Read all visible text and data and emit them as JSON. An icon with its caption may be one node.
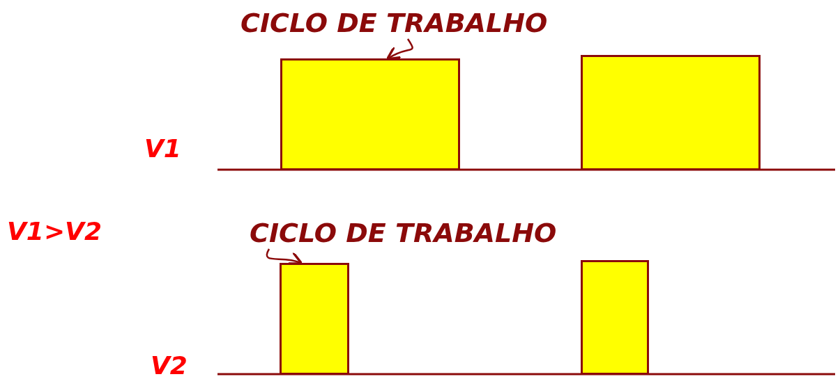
{
  "diagram": {
    "nodes": [
      {
        "text": [
          "CICLO DE TRABALHO"
        ]
      },
      {
        "text": [],
        "shape": "box"
      },
      {
        "text": [],
        "shape": "box"
      },
      {
        "text": [
          "CICLO DE TRABALHO"
        ]
      },
      {
        "text": [],
        "shape": "box"
      },
      {
        "text": [],
        "shape": "box"
      }
    ],
    "edges": [
      {
        "from": 0,
        "to": 1,
        "arrow": "to"
      },
      {
        "from": 3,
        "to": 4,
        "arrow": "to"
      }
    ],
    "labels": [
      "V1",
      "V1>V2",
      "V2"
    ]
  }
}
